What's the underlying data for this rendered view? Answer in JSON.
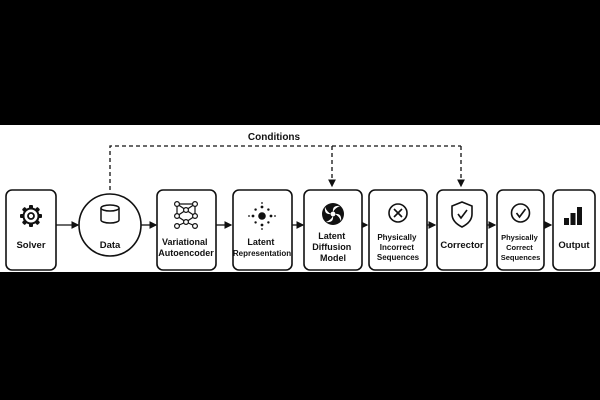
{
  "diagram": {
    "conditions_label": "Conditions",
    "nodes": [
      {
        "id": "solver",
        "lines": [
          "Solver"
        ],
        "icon": "gear-icon"
      },
      {
        "id": "data",
        "lines": [
          "Data"
        ],
        "icon": "database-icon"
      },
      {
        "id": "vae",
        "lines": [
          "Variational",
          "Autoencoder"
        ],
        "icon": "neural-network-icon"
      },
      {
        "id": "latent",
        "lines": [
          "Latent",
          "Representation"
        ],
        "icon": "latent-dots-icon"
      },
      {
        "id": "ldm",
        "lines": [
          "Latent",
          "Diffusion",
          "Model"
        ],
        "icon": "swirl-icon"
      },
      {
        "id": "incorrect",
        "lines": [
          "Physically",
          "Incorrect",
          "Sequences"
        ],
        "icon": "x-circle-icon"
      },
      {
        "id": "corrector",
        "lines": [
          "Corrector"
        ],
        "icon": "shield-check-icon"
      },
      {
        "id": "correct",
        "lines": [
          "Physically",
          "Correct",
          "Sequences"
        ],
        "icon": "check-circle-icon"
      },
      {
        "id": "output",
        "lines": [
          "Output"
        ],
        "icon": "bar-chart-icon"
      }
    ],
    "colors": {
      "stroke": "#111111",
      "fill": "#ffffff",
      "background": "#000000"
    }
  }
}
